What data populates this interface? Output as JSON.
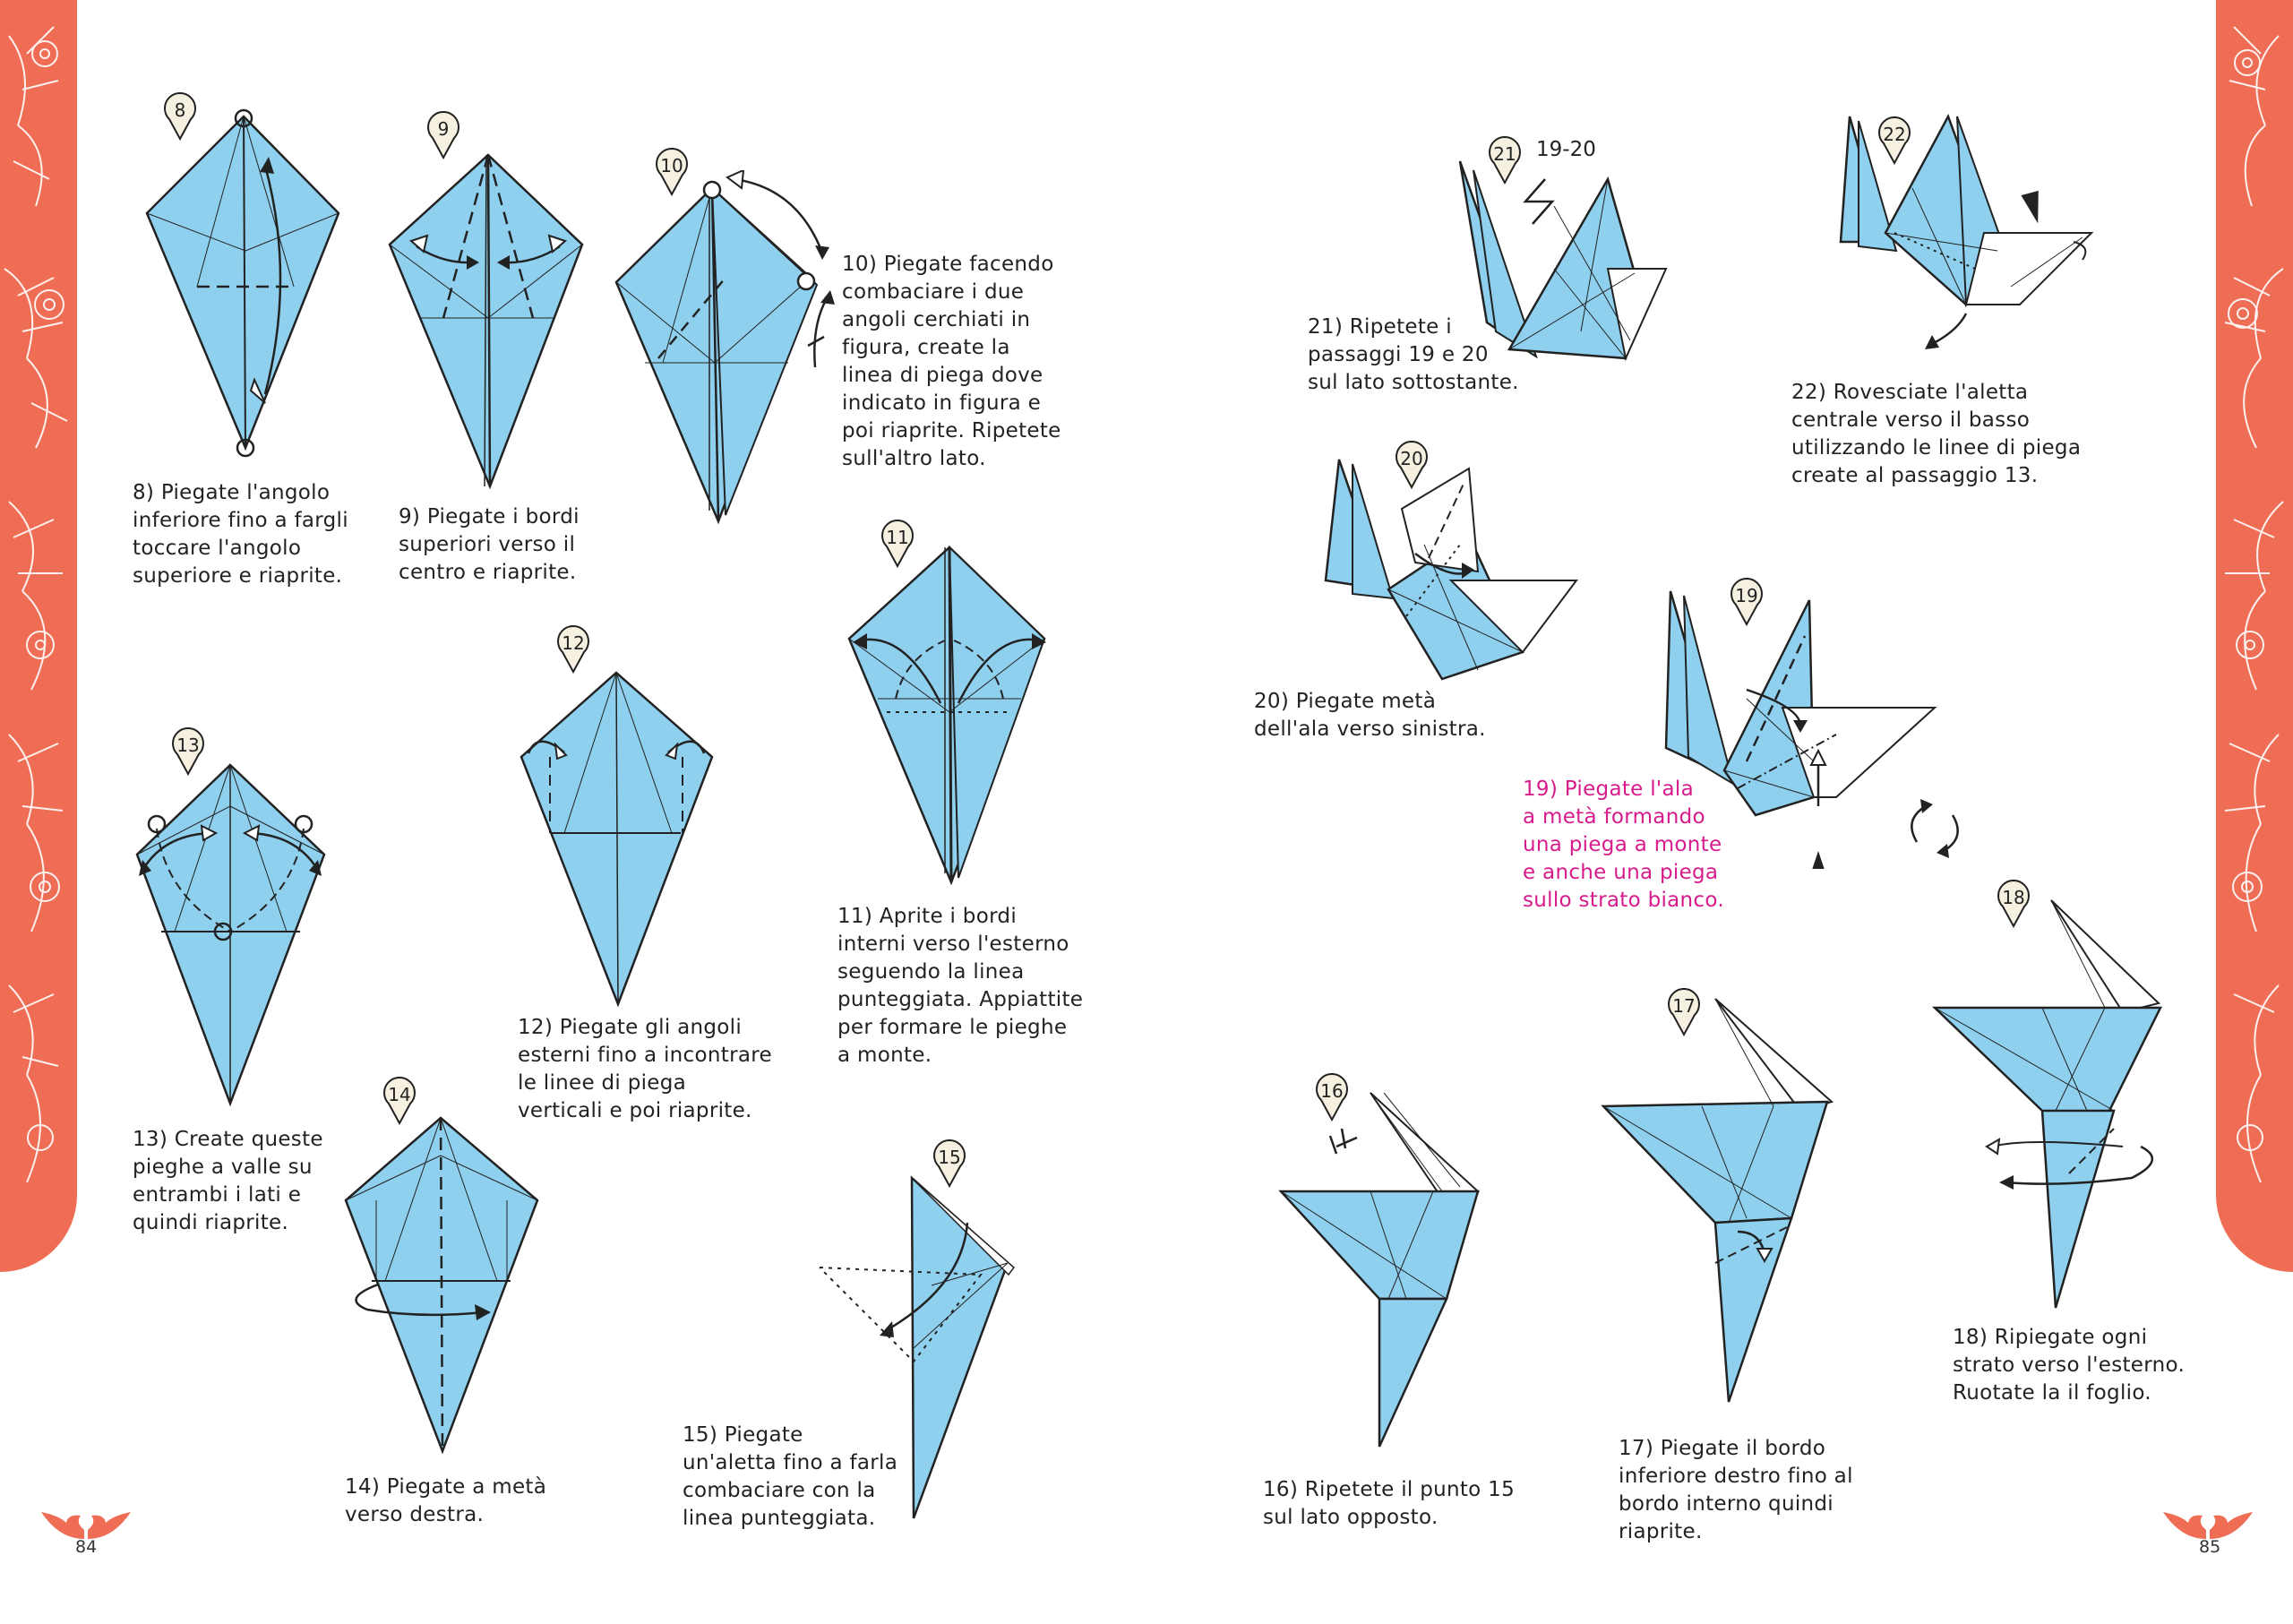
{
  "colors": {
    "accent": "#ef6d55",
    "paper": "#8fd0ee",
    "pink": "#d81b8c"
  },
  "steps": [
    {
      "n": "8",
      "text": "8) Piegate l'angolo\ninferiore fino a fargli\ntoccare l'angolo\nsuperiore e riaprite."
    },
    {
      "n": "9",
      "text": "9) Piegate i bordi\nsuperiori verso il\ncentro e riaprite."
    },
    {
      "n": "10",
      "text": "10) Piegate facendo\ncombaciare i due\nangoli cerchiati in\nfigura, create la\nlinea di piega dove\nindicato in figura e\npoi riaprite. Ripetete\nsull'altro lato."
    },
    {
      "n": "11",
      "text": "11) Aprite i bordi\ninterni verso l'esterno\nseguendo la linea\npunteggiata. Appiattite\nper formare le pieghe\na monte."
    },
    {
      "n": "12",
      "text": "12) Piegate gli angoli\nesterni fino a incontrare\nle linee di piega\nverticali e poi riaprite."
    },
    {
      "n": "13",
      "text": "13) Create queste\npieghe a valle su\nentrambi i lati e\nquindi riaprite."
    },
    {
      "n": "14",
      "text": "14) Piegate a metà\nverso destra."
    },
    {
      "n": "15",
      "text": "15) Piegate\nun'aletta fino a farla\ncombaciare con la\nlinea punteggiata."
    },
    {
      "n": "16",
      "text": "16) Ripetete il punto 15\nsul lato opposto."
    },
    {
      "n": "17",
      "text": "17) Piegate il bordo\ninferiore destro fino al\nbordo interno quindi\nriaprite."
    },
    {
      "n": "18",
      "text": "18) Ripiegate ogni\nstrato verso l'esterno.\nRuotate la il foglio."
    },
    {
      "n": "19",
      "text": "19) Piegate l'ala\na metà formando\nuna piega a monte\ne anche una piega\nsullo strato bianco."
    },
    {
      "n": "20",
      "text": "20) Piegate metà\ndell'ala verso sinistra."
    },
    {
      "n": "21",
      "text": "21) Ripetete i\npassaggi 19 e 20\nsul lato sottostante."
    },
    {
      "n": "22",
      "text": "22) Rovesciate l'aletta\ncentrale verso il basso\nutilizzando le linee di piega\ncreate al passaggio 13."
    }
  ],
  "step21_sub": "19-20",
  "pages": {
    "left": "84",
    "right": "85"
  }
}
